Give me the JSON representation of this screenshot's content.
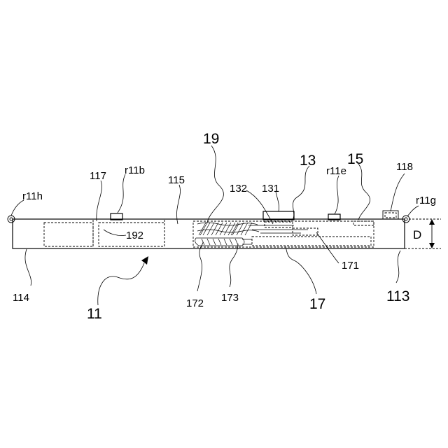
{
  "labels": {
    "l19": "19",
    "l13": "13",
    "l15": "15",
    "l117": "117",
    "r11b": "r11b",
    "l115": "115",
    "r11e": "r11e",
    "l118": "118",
    "l132": "132",
    "l131": "131",
    "r11h": "r11h",
    "r11g": "r11g",
    "l192": "192",
    "D": "D",
    "l114": "114",
    "l11": "11",
    "l172": "172",
    "l173": "173",
    "l17": "17",
    "l113": "113",
    "l171": "171"
  }
}
